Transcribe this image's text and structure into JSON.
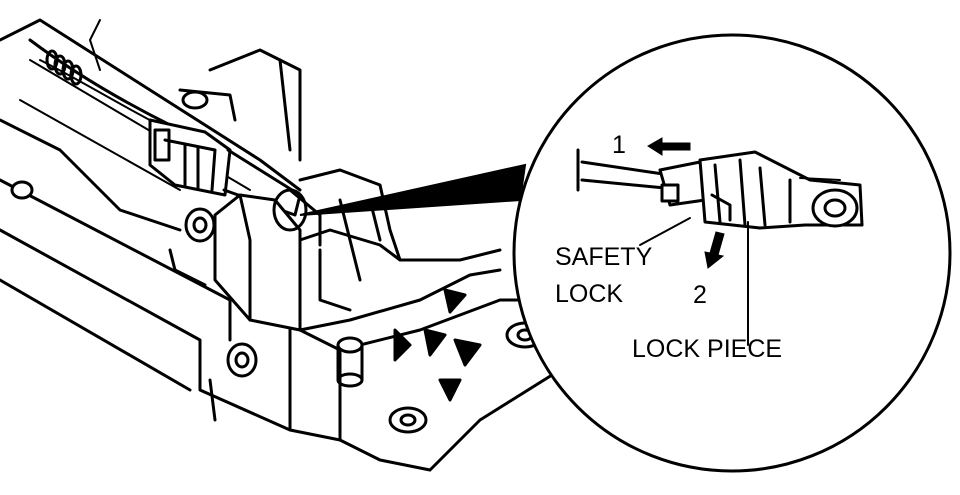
{
  "callout": {
    "step1": "1",
    "step2": "2",
    "safety_lock_line1": "SAFETY",
    "safety_lock_line2": "LOCK",
    "lock_piece": "LOCK PIECE"
  },
  "colors": {
    "ink": "#000000",
    "paper": "#ffffff"
  }
}
